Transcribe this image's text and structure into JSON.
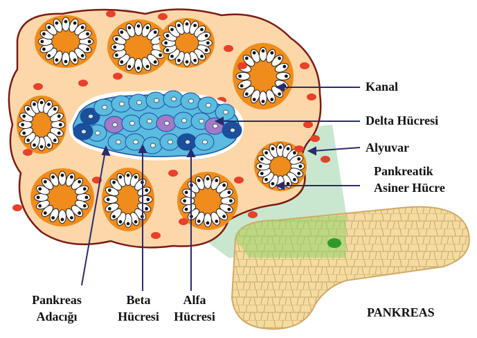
{
  "labels": {
    "kanal": "Kanal",
    "delta": "Delta Hücresi",
    "alyuvar": "Alyuvar",
    "asiner_line1": "Pankreatik",
    "asiner_line2": "Asiner Hücre",
    "adacik_line1": "Pankreas",
    "adacik_line2": "Adacığı",
    "beta_line1": "Beta",
    "beta_line2": "Hücresi",
    "alfa_line1": "Alfa",
    "alfa_line2": "Hücresi",
    "pankreas": "PANKREAS"
  },
  "colors": {
    "tissue": "#fbd7a9",
    "tissue_outline": "#7a1a12",
    "acinus_ring": "#f08c1c",
    "acinar_cell": "#ffffff",
    "nucleus": "#111111",
    "rbc": "#e8402a",
    "beta_cell": "#5bbbe0",
    "alpha_cell": "#1a4f9c",
    "delta_cell": "#a27ac8",
    "pointer_line": "#2a2a6e",
    "gland_fill": "#f4dca0",
    "gland_highlight": "#8fd46a",
    "magnifier_plane": "#bfe3c6"
  }
}
